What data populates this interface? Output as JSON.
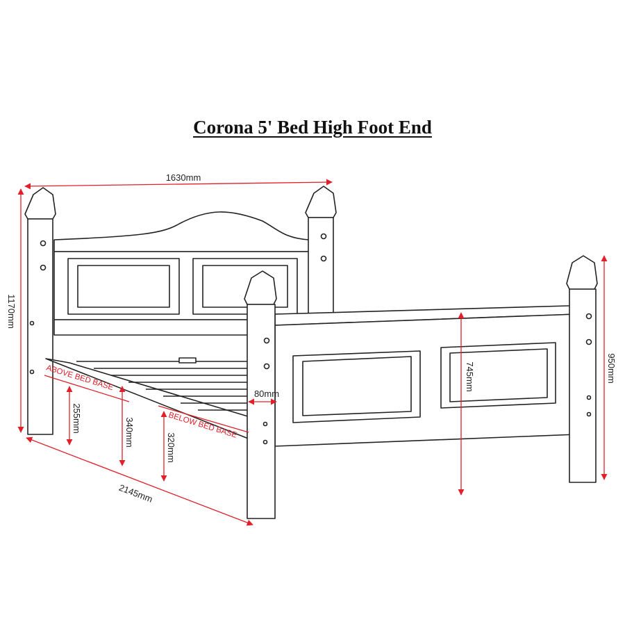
{
  "title": "Corona 5' Bed High Foot End",
  "colors": {
    "dimension": "#e0202a",
    "outline": "#222222",
    "fill": "#ffffff"
  },
  "dimensions": {
    "width": "1630mm",
    "length": "2145mm",
    "headboard_height": "1170mm",
    "footboard_height": "950mm",
    "footboard_inner_height": "745mm",
    "post_width": "80mm",
    "above_base_1": "255mm",
    "above_base_2": "340mm",
    "below_base": "320mm"
  },
  "labels": {
    "above_bed_base": "ABOVE BED BASE",
    "below_bed_base": "BELOW BED BASE"
  }
}
